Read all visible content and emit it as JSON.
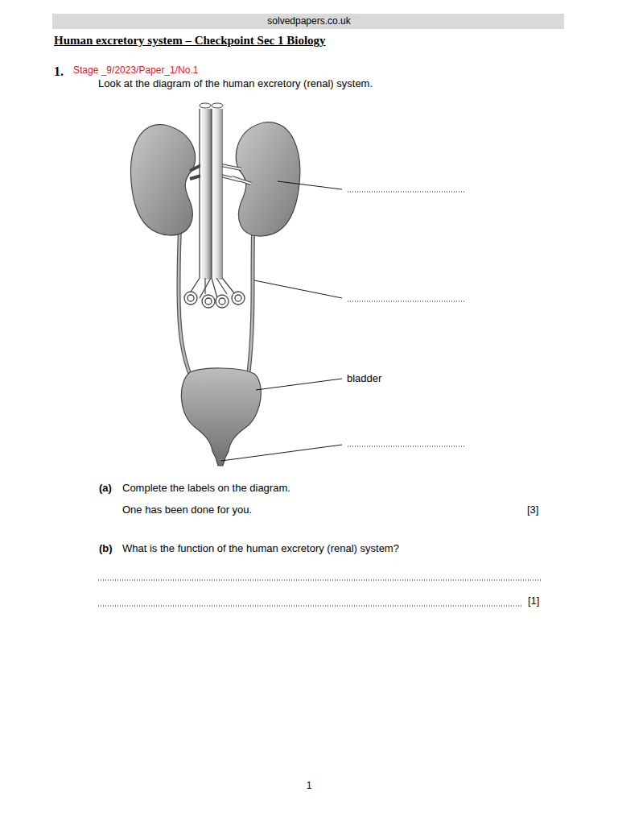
{
  "diagram": {
    "title": "Human excretory system – Checkpoint Sec 1 Biology",
    "labels": [
      "solvedpapers.co.uk",
      "1.",
      "Stage _9/2023/Paper_1/No.1",
      "Look at the diagram of the human excretory (renal) system.",
      "bladder",
      "(a)",
      "Complete the labels on the diagram.",
      "One has been done for you.",
      "[3]",
      "(b)",
      "What is the function of the human excretory (renal) system?",
      "[1]",
      "1"
    ]
  }
}
